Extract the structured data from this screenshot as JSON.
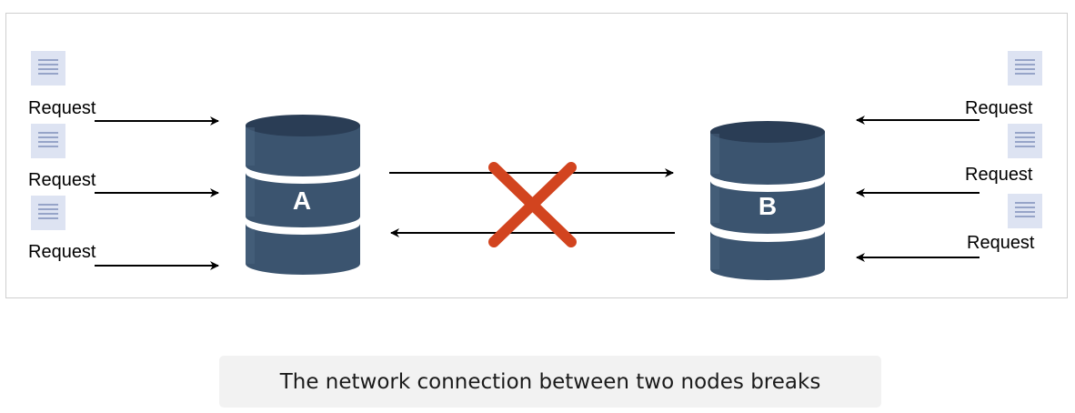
{
  "diagram": {
    "node_a_label": "A",
    "node_b_label": "B",
    "request_label": "Request",
    "left_requests": [
      "Request",
      "Request",
      "Request"
    ],
    "right_requests": [
      "Request",
      "Request",
      "Request"
    ],
    "caption": "The network connection between two nodes breaks"
  },
  "colors": {
    "db_body": "#3b546f",
    "db_top": "#2a3d55",
    "db_side_highlight": "#4c6582",
    "broken_x": "#d2441f",
    "doc_icon_bg": "#dde3f2",
    "doc_icon_lines": "#6d7fae",
    "frame_border": "#cfcfcf",
    "caption_bg": "#f2f2f2"
  },
  "icons": [
    "document-icon",
    "database-icon",
    "broken-connection-x-icon",
    "arrow-icon"
  ]
}
